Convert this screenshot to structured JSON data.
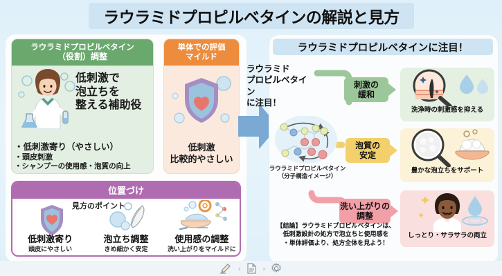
{
  "title": "ラウラミドプロピルベタインの解説と見方",
  "left": {
    "green": {
      "head_line1": "ラウラミドプロピルベタイン",
      "head_line2": "（役割）調整",
      "big_text": "低刺激で\n泡立ちを\n整える補助役",
      "bullets": [
        "・低刺激寄り（やさしい）",
        "・頭皮刺激",
        "・シャンプーの使用感・泡質の向上"
      ],
      "illustration_icon": "scientist-woman-icon",
      "header_color": "#6aa86e",
      "body_color": "#e3efe2"
    },
    "orange": {
      "head_line1": "単体での評価",
      "head_line2": "マイルド",
      "caption_line1": "低刺激",
      "caption_line2": "比較的やさしい",
      "illustration_icon": "shield-heart-icon",
      "header_color": "#ec8c3c",
      "body_color": "#fbe9dd"
    },
    "purple": {
      "head": "位置づけ",
      "point_label": "見方のポイント",
      "columns": [
        {
          "icon": "shield-heart-icon",
          "main": "低刺激寄り",
          "sub": "頭皮にやさしい"
        },
        {
          "icon": "bubble-feather-icon",
          "main": "泡立ち調整",
          "sub": "きめ細かく安定"
        },
        {
          "icon": "hand-foam-gear-icon",
          "main": "使用感の調整",
          "sub": "洗い上がりをマイルドに"
        }
      ],
      "accent_color": "#b06cb0"
    }
  },
  "arrow": {
    "icon": "right-arrow-icon",
    "color": "#7aa9d3"
  },
  "right": {
    "header": "ラウラミドプロピルベタインに注目！",
    "focus_text": "ラウラミド\nプロピルベタイン\nに注目！",
    "molecule": {
      "icon": "molecule-structure-icon",
      "caption_line1": "ラウラミドプロピルベタイン",
      "caption_line2": "（分子構造イメージ）"
    },
    "branches": [
      {
        "chip_line1": "刺激の",
        "chip_line2": "緩和",
        "chip_color": "#9cc79a",
        "result_caption": "洗浄時の刺激感を抑える",
        "result_color": "#e4f0e2",
        "result_icon": "magnifier-hair-follicle-icon"
      },
      {
        "chip_line1": "泡質の",
        "chip_line2": "安定",
        "chip_color": "#f3d06b",
        "result_caption": "豊かな泡立ちをサポート",
        "result_color": "#fcf2d8",
        "result_icon": "magnifier-foam-hand-icon"
      },
      {
        "chip_line1": "洗い上がりの",
        "chip_line2": "調整",
        "chip_color": "#f2a0a8",
        "result_caption": "しっとり・サラサラの両立",
        "result_color": "#fadfdf",
        "result_icon": "smiling-person-droplet-icon"
      }
    ],
    "conclusion": "【結論】ラウラミドプロピルベタインは、\n低刺激設計の処方で泡立ちと使用感を\n・単体評価より、処方全体を見よう！"
  },
  "toolbar": {
    "icons": [
      {
        "name": "pencil-icon",
        "glyph": "✎"
      },
      {
        "name": "chevron-right-icon",
        "glyph": "›"
      },
      {
        "name": "document-icon",
        "glyph": "🗎"
      },
      {
        "name": "chevron-right-icon",
        "glyph": "›"
      },
      {
        "name": "gear-icon",
        "glyph": "⚙"
      }
    ]
  }
}
